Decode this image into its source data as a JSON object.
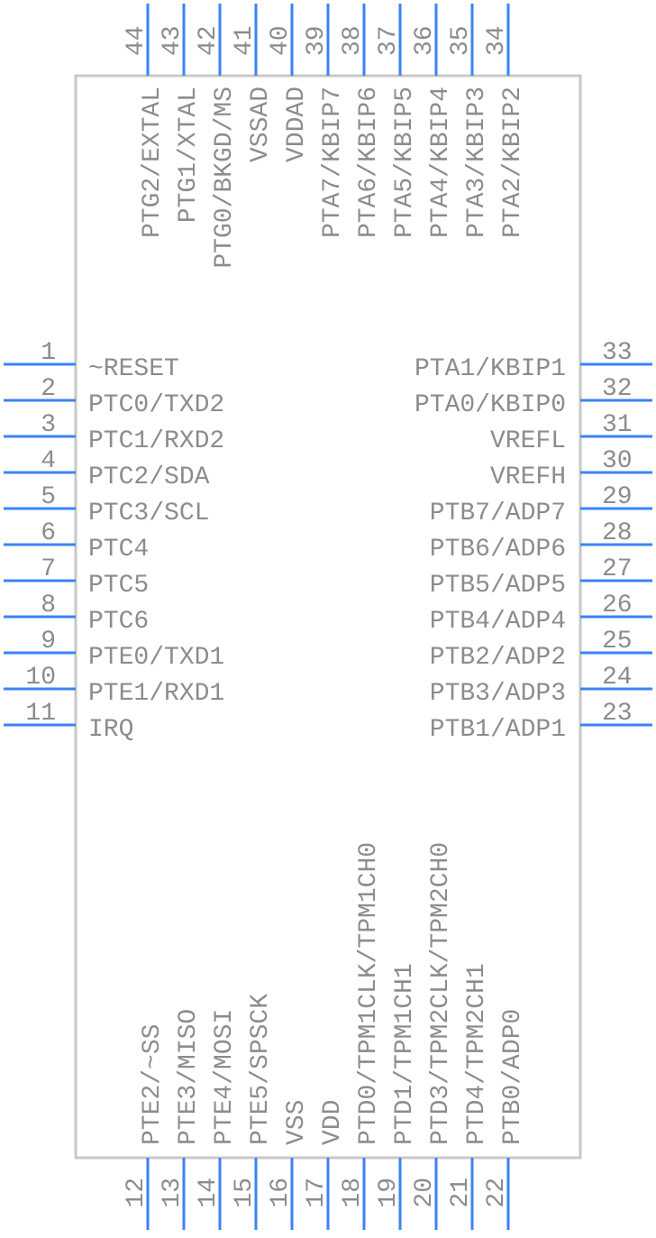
{
  "colors": {
    "pin_line": "#3b82f6",
    "body_stroke": "#c8c8c8",
    "text": "#8c8c8c"
  },
  "pins": {
    "left": [
      {
        "num": "1",
        "label": "~RESET"
      },
      {
        "num": "2",
        "label": "PTC0/TXD2"
      },
      {
        "num": "3",
        "label": "PTC1/RXD2"
      },
      {
        "num": "4",
        "label": "PTC2/SDA"
      },
      {
        "num": "5",
        "label": "PTC3/SCL"
      },
      {
        "num": "6",
        "label": "PTC4"
      },
      {
        "num": "7",
        "label": "PTC5"
      },
      {
        "num": "8",
        "label": "PTC6"
      },
      {
        "num": "9",
        "label": "PTE0/TXD1"
      },
      {
        "num": "10",
        "label": "PTE1/RXD1"
      },
      {
        "num": "11",
        "label": "IRQ"
      }
    ],
    "right": [
      {
        "num": "33",
        "label": "PTA1/KBIP1"
      },
      {
        "num": "32",
        "label": "PTA0/KBIP0"
      },
      {
        "num": "31",
        "label": "VREFL"
      },
      {
        "num": "30",
        "label": "VREFH"
      },
      {
        "num": "29",
        "label": "PTB7/ADP7"
      },
      {
        "num": "28",
        "label": "PTB6/ADP6"
      },
      {
        "num": "27",
        "label": "PTB5/ADP5"
      },
      {
        "num": "26",
        "label": "PTB4/ADP4"
      },
      {
        "num": "25",
        "label": "PTB2/ADP2"
      },
      {
        "num": "24",
        "label": "PTB3/ADP3"
      },
      {
        "num": "23",
        "label": "PTB1/ADP1"
      }
    ],
    "top": [
      {
        "num": "44",
        "label": "PTG2/EXTAL"
      },
      {
        "num": "43",
        "label": "PTG1/XTAL"
      },
      {
        "num": "42",
        "label": "PTG0/BKGD/MS"
      },
      {
        "num": "41",
        "label": "VSSAD"
      },
      {
        "num": "40",
        "label": "VDDAD"
      },
      {
        "num": "39",
        "label": "PTA7/KBIP7"
      },
      {
        "num": "38",
        "label": "PTA6/KBIP6"
      },
      {
        "num": "37",
        "label": "PTA5/KBIP5"
      },
      {
        "num": "36",
        "label": "PTA4/KBIP4"
      },
      {
        "num": "35",
        "label": "PTA3/KBIP3"
      },
      {
        "num": "34",
        "label": "PTA2/KBIP2"
      }
    ],
    "bottom": [
      {
        "num": "12",
        "label": "PTE2/~SS"
      },
      {
        "num": "13",
        "label": "PTE3/MISO"
      },
      {
        "num": "14",
        "label": "PTE4/MOSI"
      },
      {
        "num": "15",
        "label": "PTE5/SPSCK"
      },
      {
        "num": "16",
        "label": "VSS"
      },
      {
        "num": "17",
        "label": "VDD"
      },
      {
        "num": "18",
        "label": "PTD0/TPM1CLK/TPM1CH0"
      },
      {
        "num": "19",
        "label": "PTD1/TPM1CH1"
      },
      {
        "num": "20",
        "label": "PTD3/TPM2CLK/TPM2CH0"
      },
      {
        "num": "21",
        "label": "PTD4/TPM2CH1"
      },
      {
        "num": "22",
        "label": "PTB0/ADP0"
      }
    ]
  }
}
